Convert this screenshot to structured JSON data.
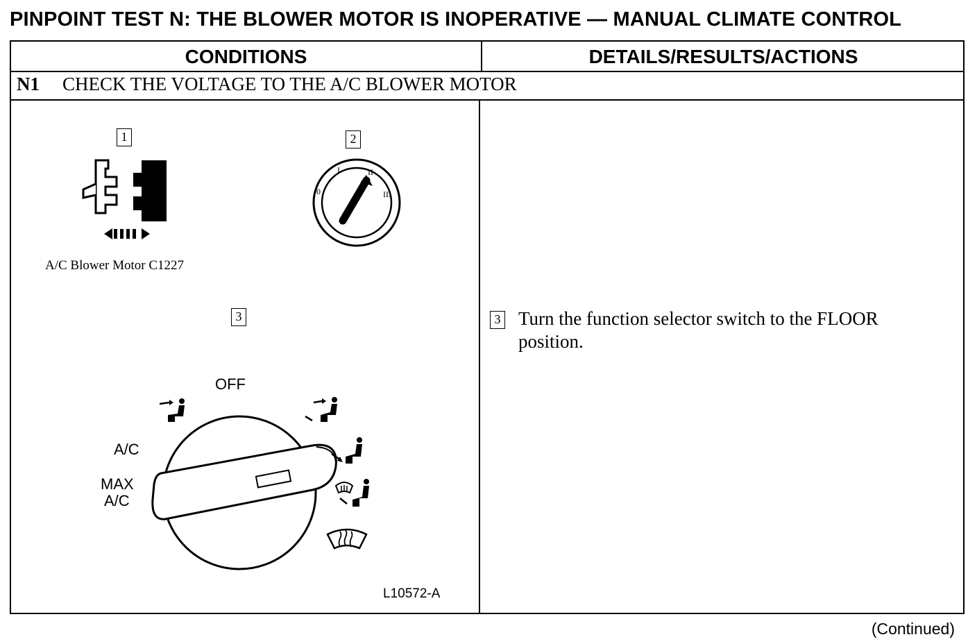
{
  "title": "PINPOINT TEST N: THE BLOWER MOTOR IS INOPERATIVE — MANUAL CLIMATE CONTROL",
  "columns": {
    "conditions": "CONDITIONS",
    "details": "DETAILS/RESULTS/ACTIONS"
  },
  "step": {
    "number": "N1",
    "title": "CHECK THE VOLTAGE TO THE A/C BLOWER MOTOR"
  },
  "figures": {
    "callout_1": "1",
    "callout_2": "2",
    "callout_3": "3",
    "connector_caption": "A/C Blower Motor C1227",
    "ignition_positions": [
      "0",
      "I",
      "II",
      "III"
    ],
    "selector_labels": {
      "off": "OFF",
      "ac": "A/C",
      "max_ac_line1": "MAX",
      "max_ac_line2": "A/C"
    },
    "figure_id": "L10572-A"
  },
  "details": {
    "callout": "3",
    "instruction": "Turn the function selector switch to the FLOOR position."
  },
  "footer": {
    "continued": "(Continued)"
  }
}
